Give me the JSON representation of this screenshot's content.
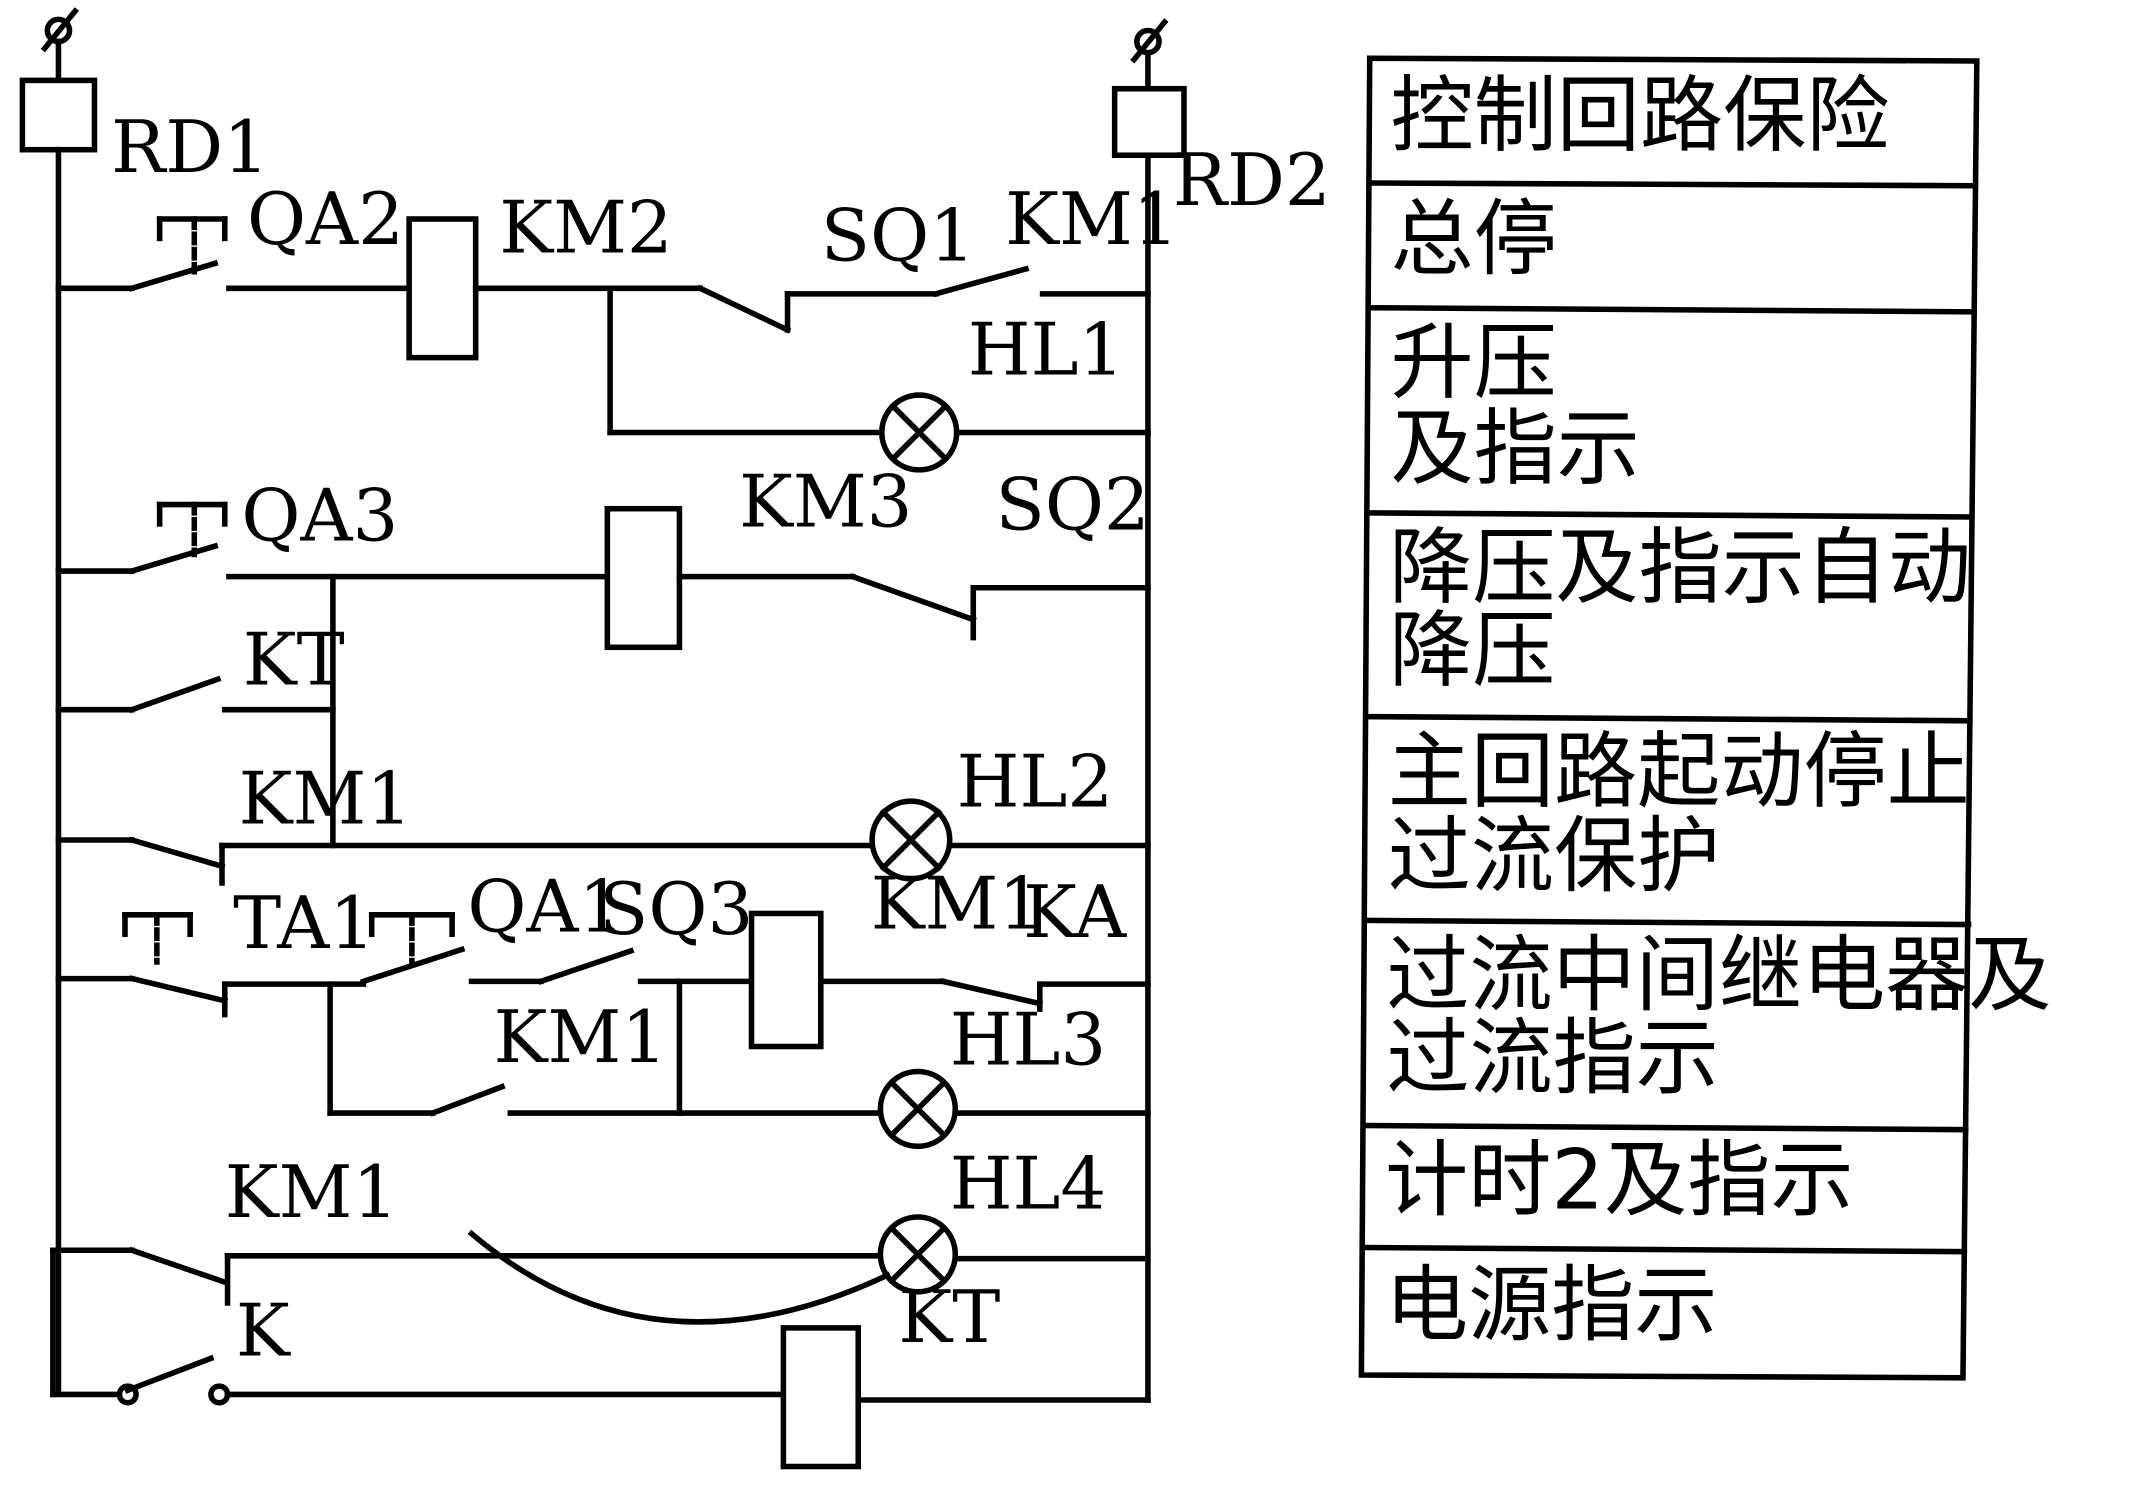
{
  "components": {
    "fuse_1": "RD1",
    "fuse_2": "RD2",
    "button_qa2": "QA2",
    "coil_km2": "KM2",
    "switch_sq1": "SQ1",
    "contact_km1_top": "KM1",
    "lamp_hl1": "HL1",
    "button_qa3": "QA3",
    "coil_km3": "KM3",
    "switch_sq2": "SQ2",
    "contact_kt": "KT",
    "contact_km1_a": "KM1",
    "lamp_hl2": "HL2",
    "button_ta1": "TA1",
    "button_qa1": "QA1",
    "switch_sq3": "SQ3",
    "coil_km1": "KM1",
    "contact_ka": "KA",
    "contact_km1_b": "KM1",
    "lamp_hl3": "HL3",
    "contact_km1_c": "KM1",
    "lamp_hl4": "HL4",
    "switch_k": "K",
    "coil_kt": "KT"
  },
  "legend": [
    {
      "line1": "控制回路保险",
      "line2": ""
    },
    {
      "line1": "总停",
      "line2": ""
    },
    {
      "line1": "升压",
      "line2": "及指示"
    },
    {
      "line1": "降压及指示自动",
      "line2": "降压"
    },
    {
      "line1": "主回路起动停止",
      "line2": "过流保护"
    },
    {
      "line1": "过流中间继电器及",
      "line2": "过流指示"
    },
    {
      "line1": "计时2及指示",
      "line2": ""
    },
    {
      "line1": "电源指示",
      "line2": ""
    }
  ]
}
